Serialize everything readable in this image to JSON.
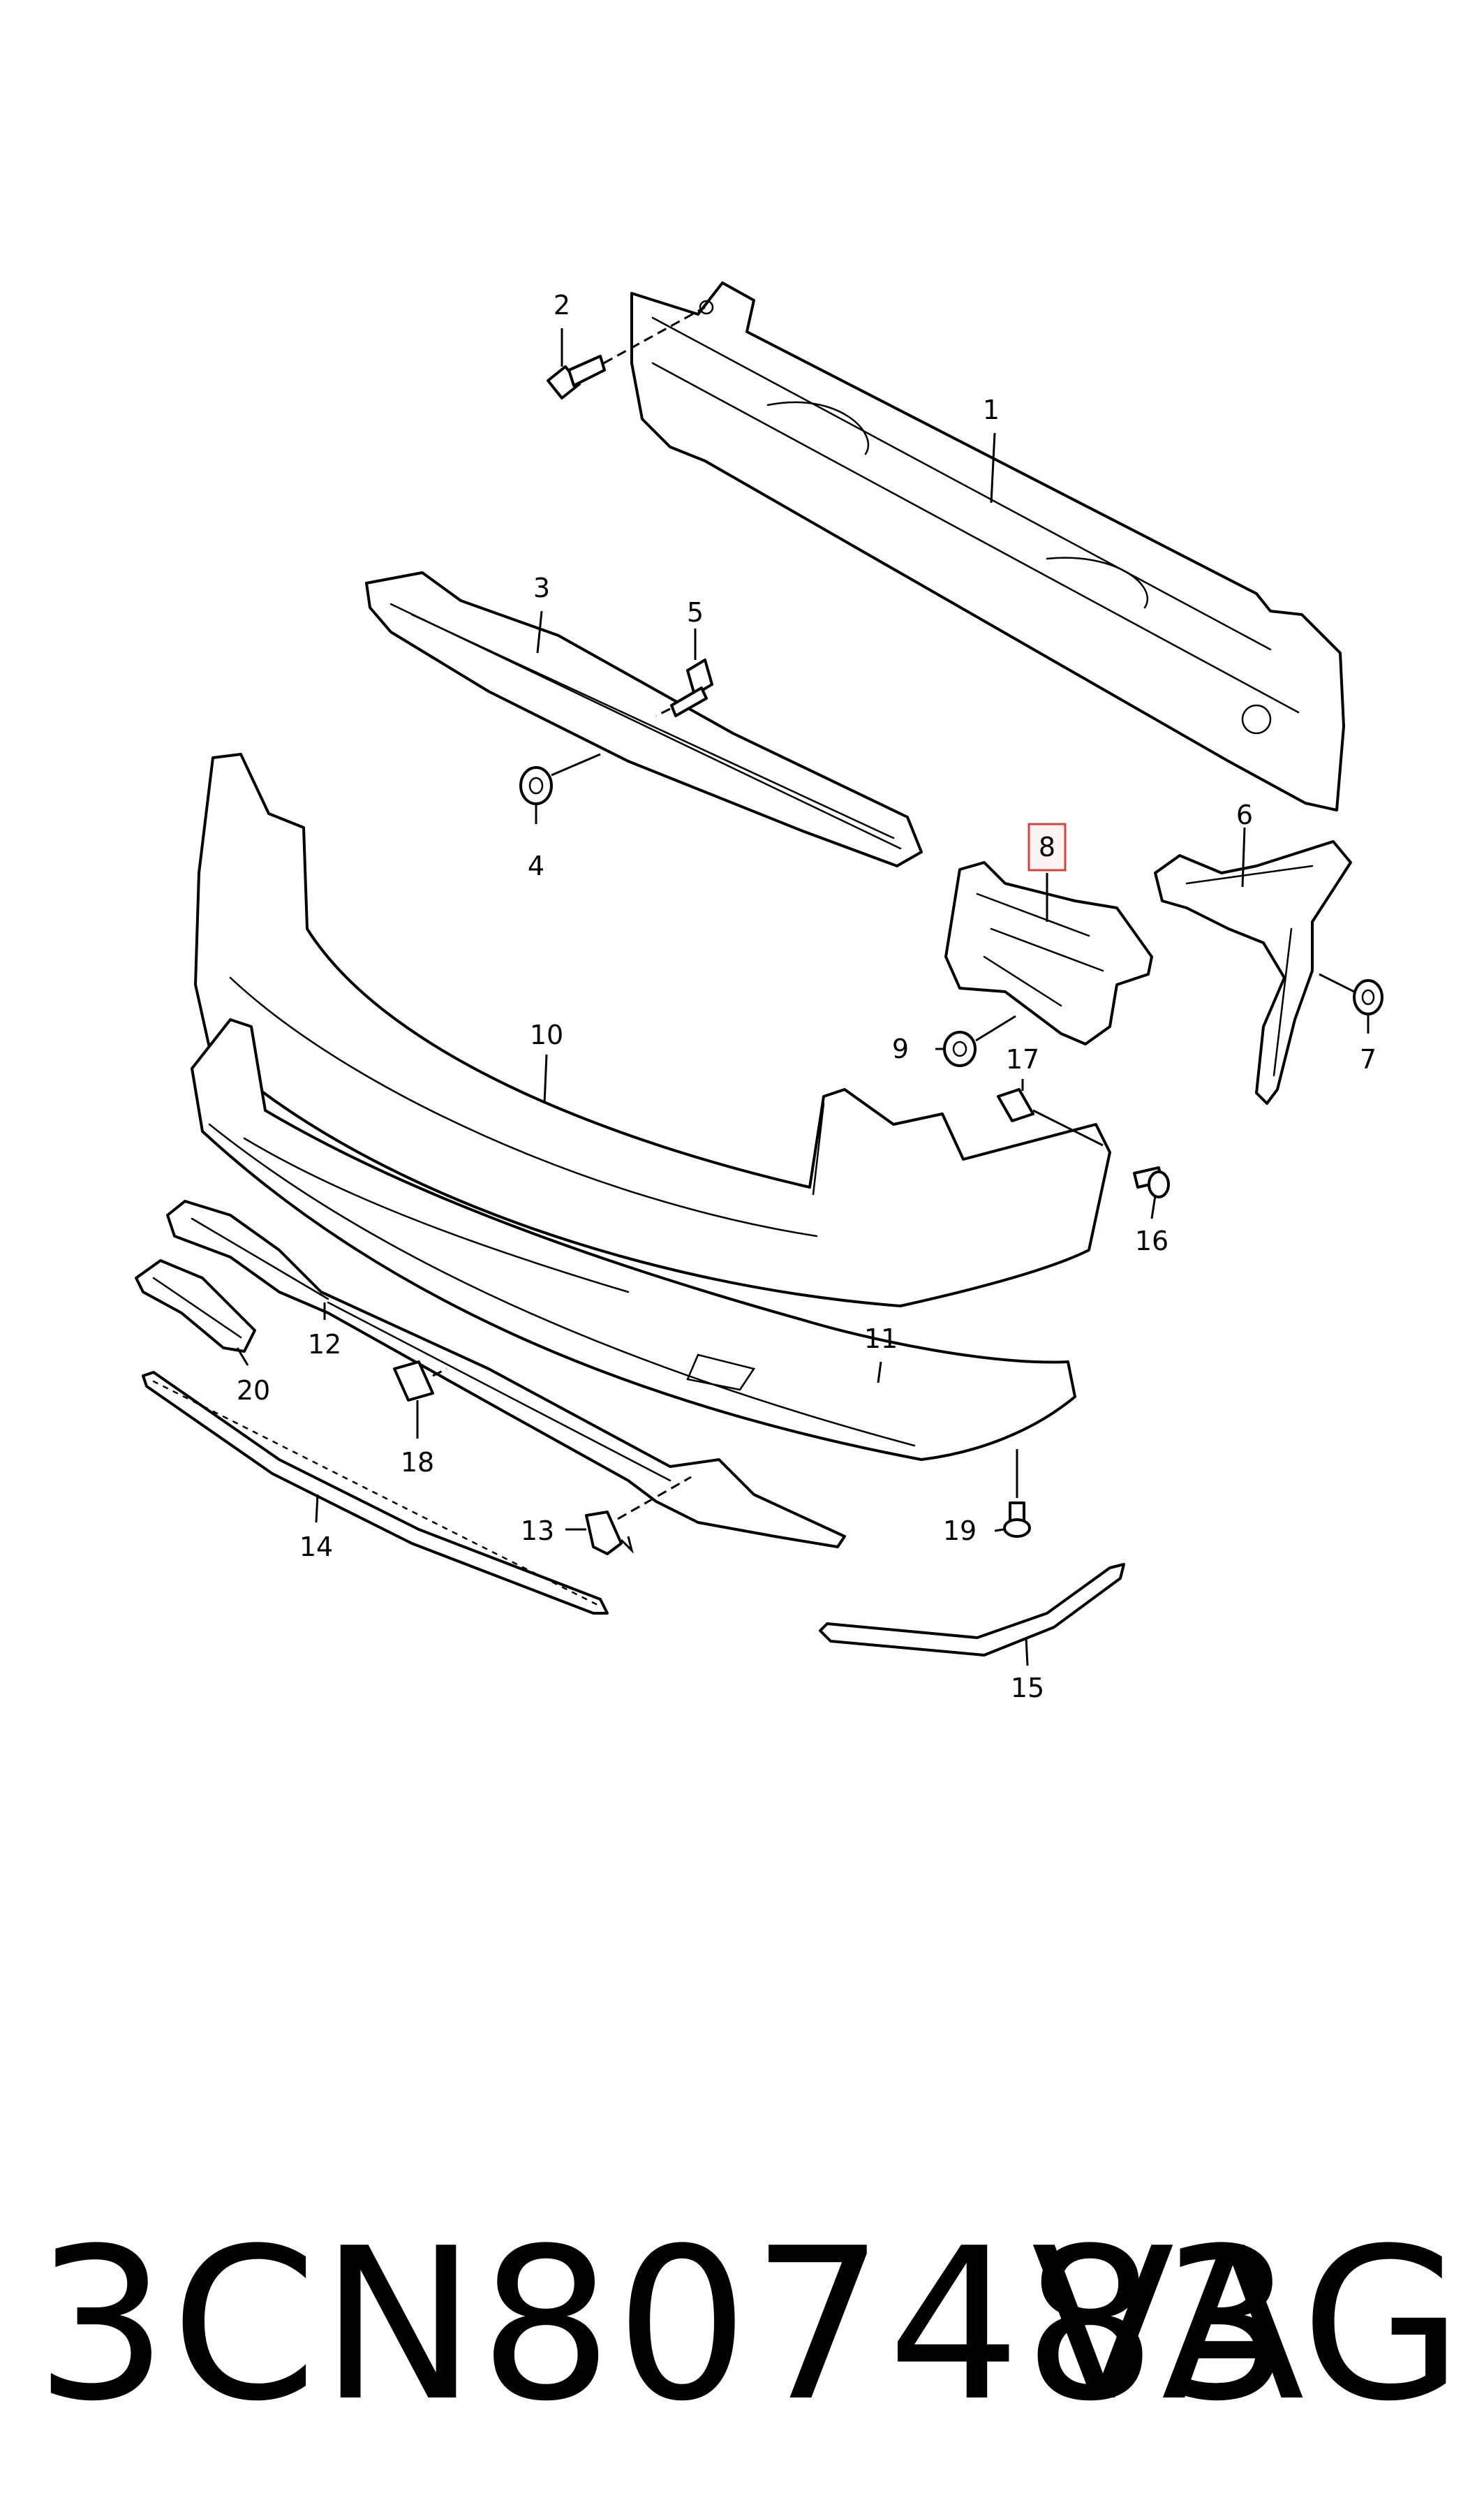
{
  "diagram": {
    "highlighted": "8",
    "callouts": [
      "1",
      "2",
      "3",
      "4",
      "5",
      "6",
      "7",
      "8",
      "9",
      "10",
      "11",
      "12",
      "13",
      "14",
      "15",
      "16",
      "17",
      "18",
      "19",
      "20"
    ]
  },
  "footer": {
    "part_number": "3CN807483",
    "brand": "VAG"
  },
  "colors": {
    "highlight": "#d94040",
    "line": "#000000"
  }
}
